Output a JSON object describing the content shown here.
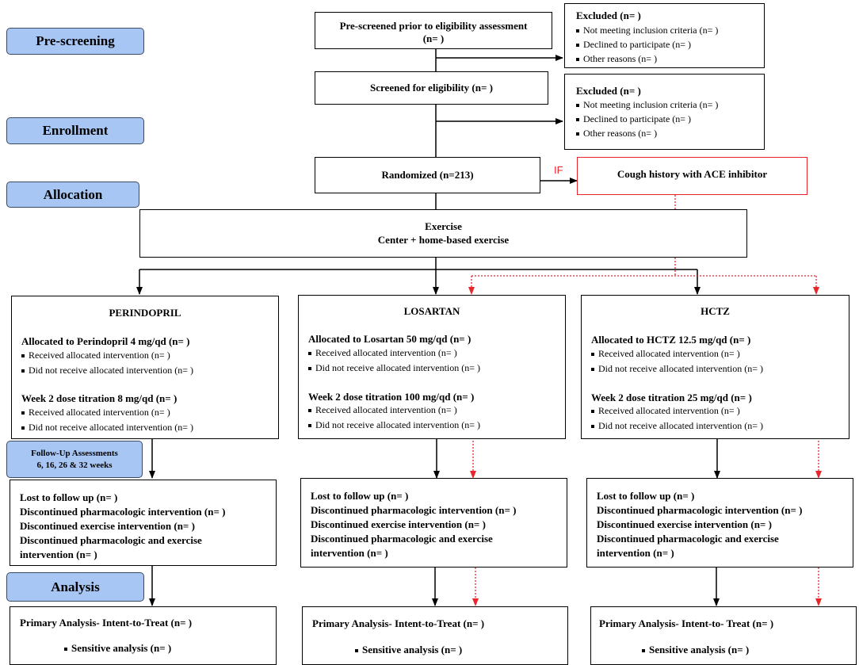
{
  "stages": {
    "prescreening": "Pre-screening",
    "enrollment": "Enrollment",
    "allocation": "Allocation",
    "followup_line1": "Follow-Up Assessments",
    "followup_line2": "6, 16, 26 & 32 weeks",
    "analysis": "Analysis"
  },
  "prescreen": {
    "line1": "Pre-screened prior to eligibility assessment",
    "line2": "(n= )"
  },
  "excluded1": {
    "title": "Excluded (n= )",
    "items": [
      "Not meeting inclusion criteria (n= )",
      "Declined to participate (n= )",
      "Other reasons (n= )"
    ]
  },
  "screened": "Screened for eligibility (n= )",
  "excluded2": {
    "title": "Excluded (n= )",
    "items": [
      "Not meeting inclusion criteria (n= )",
      "Declined to participate (n= )",
      "Other reasons (n= )"
    ]
  },
  "randomized": "Randomized (n=213)",
  "if_label": "IF",
  "cough": "Cough history with ACE inhibitor",
  "exercise": {
    "line1": "Exercise",
    "line2": "Center + home-based exercise"
  },
  "arms": [
    {
      "name": "PERINDOPRIL",
      "allocated": "Allocated to Perindopril 4 mg/qd (n= )",
      "received": "Received allocated intervention (n= )",
      "not_received": "Did not receive allocated intervention (n= )",
      "titration": "Week 2 dose titration 8 mg/qd (n= )",
      "received2": "Received allocated intervention (n= )",
      "not_received2": "Did not receive allocated intervention (n= )"
    },
    {
      "name": "LOSARTAN",
      "allocated": "Allocated to Losartan 50 mg/qd (n= )",
      "received": "Received allocated intervention (n= )",
      "not_received": "Did not receive allocated intervention (n= )",
      "titration": "Week 2 dose titration 100 mg/qd (n= )",
      "received2": "Received allocated intervention (n= )",
      "not_received2": "Did not receive allocated intervention (n= )"
    },
    {
      "name": "HCTZ",
      "allocated": "Allocated to HCTZ 12.5 mg/qd (n= )",
      "received": "Received allocated intervention (n= )",
      "not_received": "Did not receive allocated intervention (n= )",
      "titration": "Week 2 dose titration 25 mg/qd (n= )",
      "received2": "Received allocated intervention (n= )",
      "not_received2": "Did not receive allocated intervention (n= )"
    }
  ],
  "followup": {
    "lost": "Lost to follow up (n= )",
    "pharm": "Discontinued pharmacologic intervention (n= )",
    "exercise": "Discontinued exercise intervention (n= )",
    "both1": "Discontinued pharmacologic and exercise",
    "both2": "intervention (n= )"
  },
  "analysis": [
    {
      "primary": "Primary Analysis- Intent-to-Treat (n= )",
      "sensitive": "Sensitive analysis (n= )"
    },
    {
      "primary": "Primary Analysis- Intent-to-Treat (n= )",
      "sensitive": "Sensitive analysis (n= )"
    },
    {
      "primary": "Primary Analysis- Intent-to- Treat (n= )",
      "sensitive": "Sensitive analysis (n= )"
    }
  ],
  "colors": {
    "stage_fill": "#a8c6f4",
    "red": "#e8252b"
  }
}
